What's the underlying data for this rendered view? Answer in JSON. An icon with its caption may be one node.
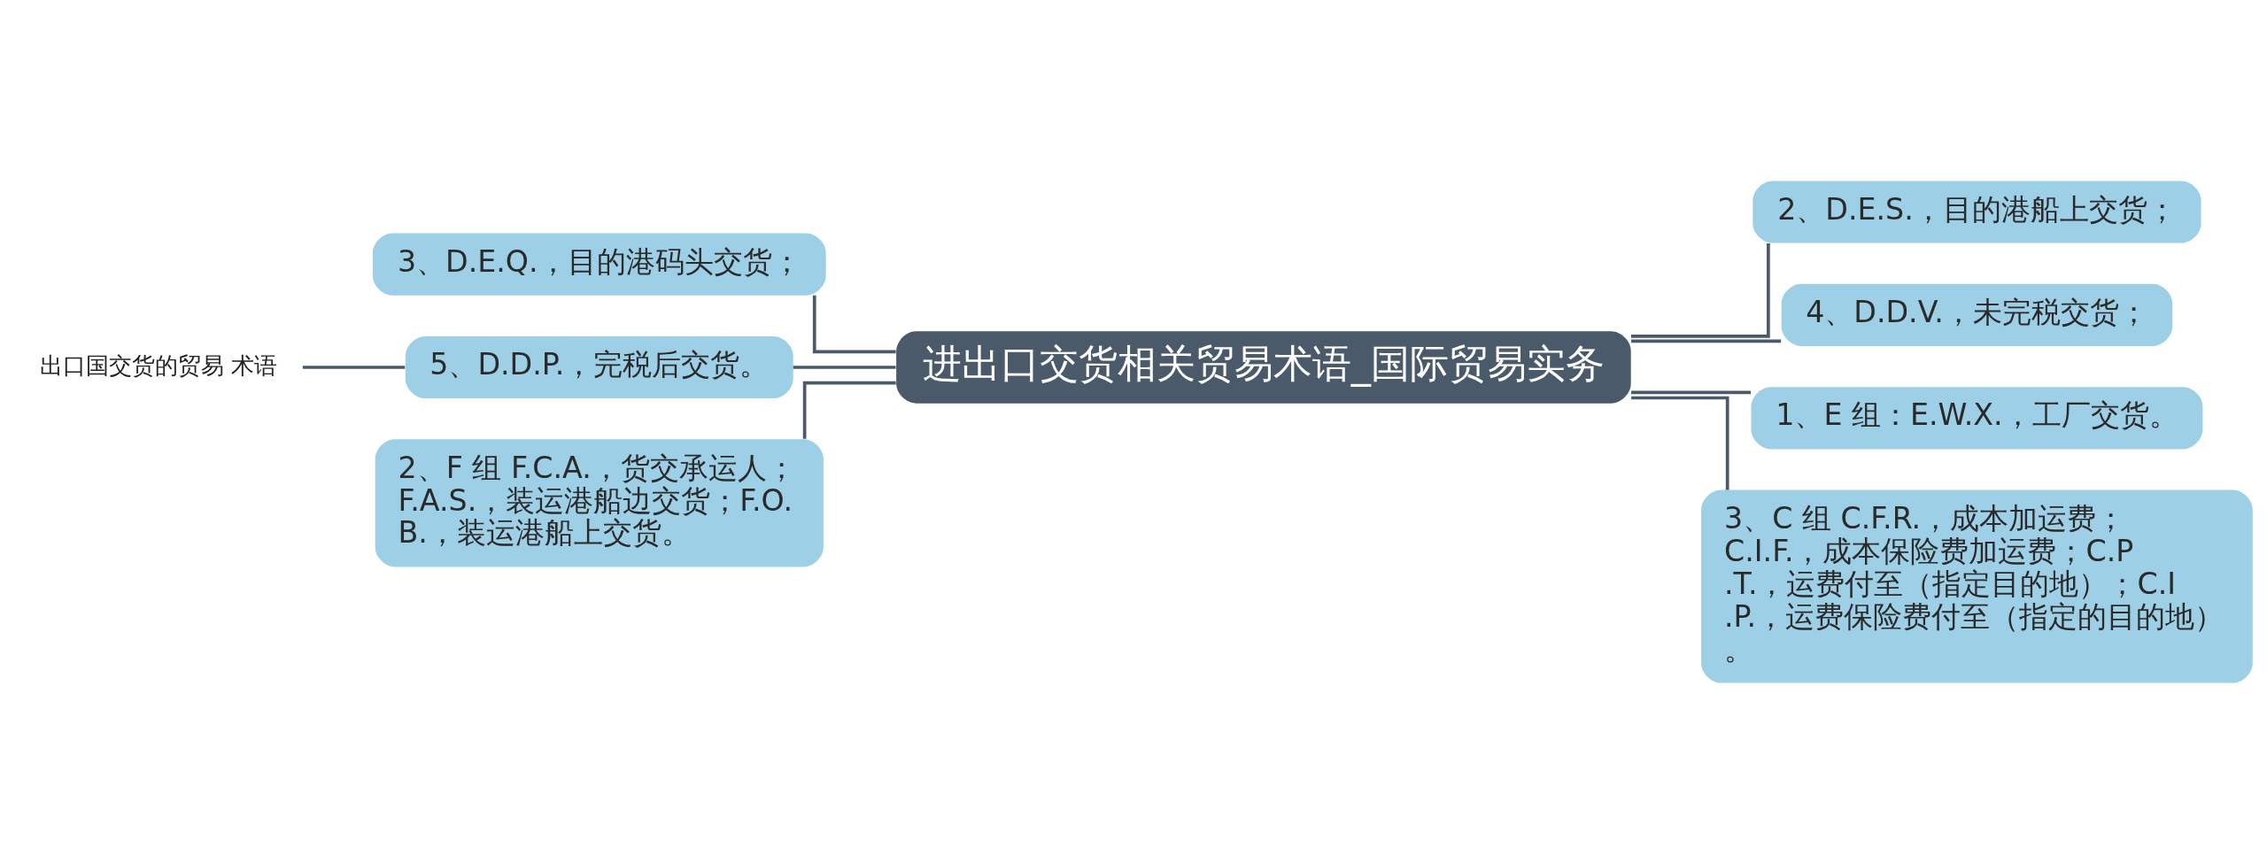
{
  "diagram": {
    "nodes": [
      {
        "text": [
          "进出口交货相关贸易术语_国际贸易实务"
        ]
      },
      {
        "text": [
          "2、D.E.S.，目的港船上交货；"
        ]
      },
      {
        "text": [
          "4、D.D.V.，未完税交货；"
        ]
      },
      {
        "text": [
          "1、E 组：E.W.X.，工厂交货。"
        ]
      },
      {
        "text": [
          "3、C 组 C.F.R.，成本加运费；C.I.F.，成本保险费加运费；C.P.T.，运费付至（指定目的地）；C.I.P.，运费保险费付至（指定的目的地）。"
        ]
      },
      {
        "text": [
          "3、D.E.Q.，目的港码头交货；"
        ]
      },
      {
        "text": [
          "5、D.D.P.，完税后交货。"
        ]
      },
      {
        "text": [
          "2、F 组 F.C.A.，货交承运人；F.A.S.，装运港船边交货；F.O.B.，装运港船上交货。"
        ]
      },
      {
        "text": [
          "出口国交货的贸易 术语"
        ]
      }
    ],
    "edges": [
      {
        "from": 0,
        "to": 1,
        "arrow": "none"
      },
      {
        "from": 0,
        "to": 2,
        "arrow": "none"
      },
      {
        "from": 0,
        "to": 3,
        "arrow": "none"
      },
      {
        "from": 0,
        "to": 4,
        "arrow": "none"
      },
      {
        "from": 0,
        "to": 5,
        "arrow": "none"
      },
      {
        "from": 0,
        "to": 6,
        "arrow": "none"
      },
      {
        "from": 0,
        "to": 7,
        "arrow": "none"
      },
      {
        "from": 6,
        "to": 8,
        "arrow": "none"
      }
    ]
  }
}
